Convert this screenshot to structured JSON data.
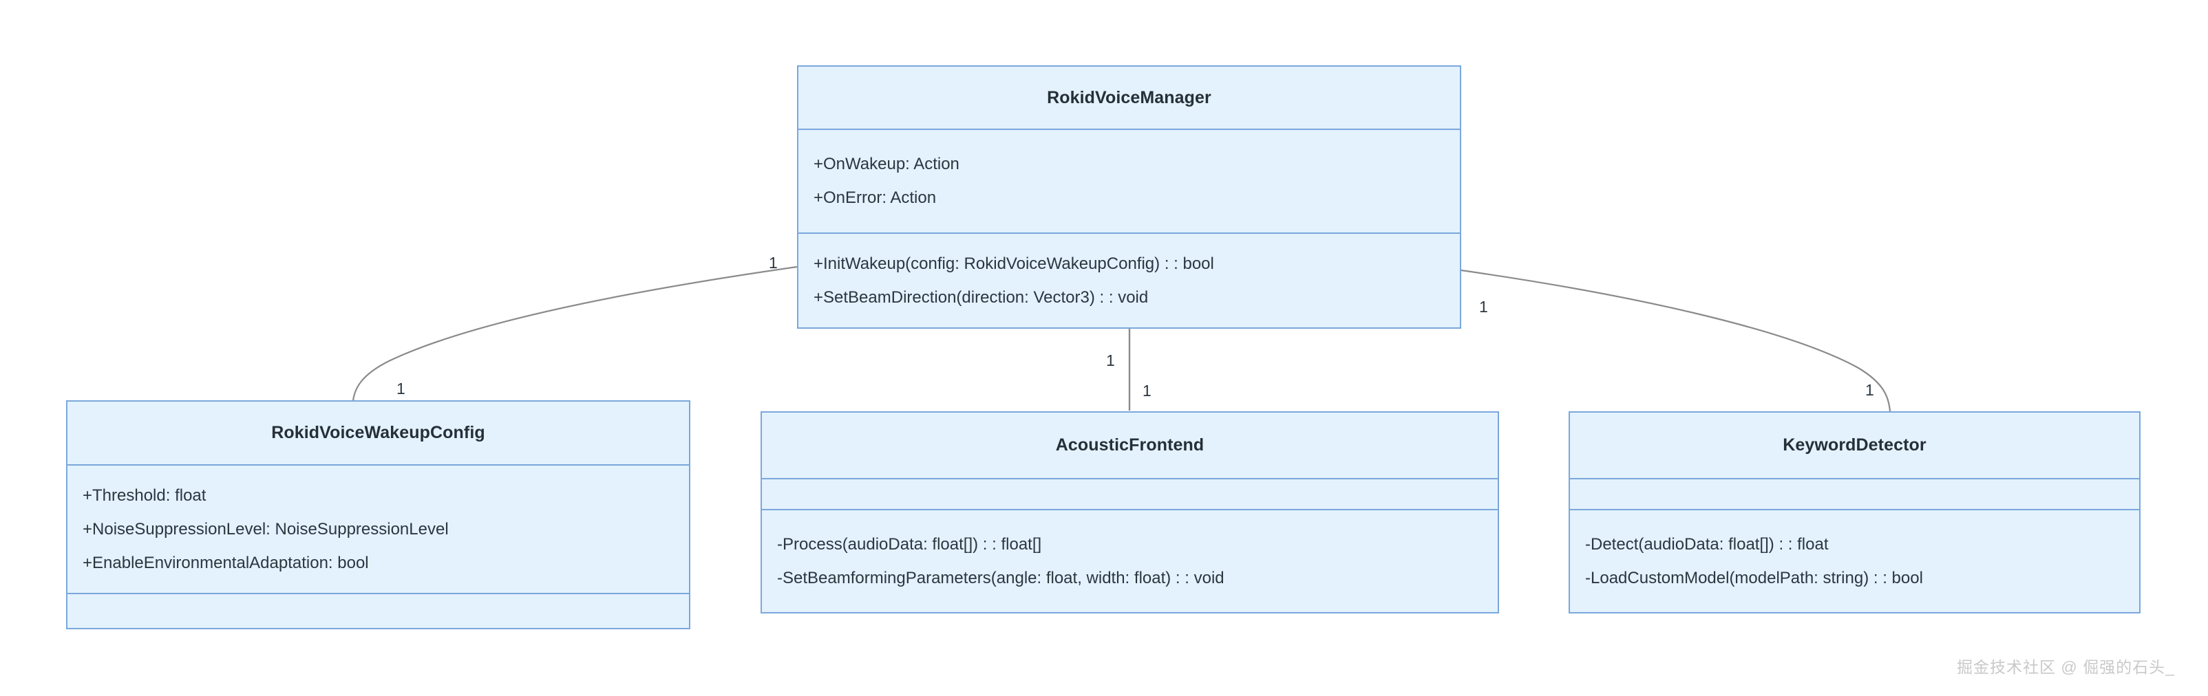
{
  "diagram": {
    "type": "uml-class-diagram",
    "background": "#ffffff",
    "class_fill": "#e3f2fd",
    "class_border": "#7ba7dc",
    "edge_color": "#8a8a8a",
    "text_color": "#2b3640"
  },
  "classes": {
    "manager": {
      "name": "RokidVoiceManager",
      "attributes": [
        "+OnWakeup: Action",
        "+OnError: Action"
      ],
      "methods": [
        "+InitWakeup(config: RokidVoiceWakeupConfig) : : bool",
        "+SetBeamDirection(direction: Vector3) : : void"
      ]
    },
    "wakeup_config": {
      "name": "RokidVoiceWakeupConfig",
      "attributes": [
        "+Threshold: float",
        "+NoiseSuppressionLevel: NoiseSuppressionLevel",
        "+EnableEnvironmentalAdaptation: bool"
      ],
      "methods": []
    },
    "acoustic_frontend": {
      "name": "AcousticFrontend",
      "attributes": [],
      "methods": [
        "-Process(audioData: float[]) : : float[]",
        "-SetBeamformingParameters(angle: float, width: float) : : void"
      ]
    },
    "keyword_detector": {
      "name": "KeywordDetector",
      "attributes": [],
      "methods": [
        "-Detect(audioData: float[]) : : float",
        "-LoadCustomModel(modelPath: string) : : bool"
      ]
    }
  },
  "edges": [
    {
      "id": "manager-to-wakeup-config",
      "from": "manager",
      "to": "wakeup_config",
      "source_multiplicity": "1",
      "target_multiplicity": "1"
    },
    {
      "id": "manager-to-acoustic-frontend",
      "from": "manager",
      "to": "acoustic_frontend",
      "source_multiplicity": "1",
      "target_multiplicity": "1"
    },
    {
      "id": "manager-to-keyword-detector",
      "from": "manager",
      "to": "keyword_detector",
      "source_multiplicity": "1",
      "target_multiplicity": "1"
    }
  ],
  "watermark": {
    "text": "掘金技术社区 @ 倔强的石头_"
  }
}
